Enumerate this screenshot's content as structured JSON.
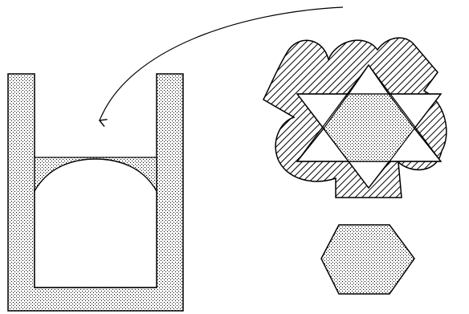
{
  "figure": {
    "shapes": [
      {
        "name": "u-shaped-container",
        "fill_pattern": "dotted",
        "color": "#000000"
      },
      {
        "name": "dome-insert",
        "fill": "#ffffff"
      },
      {
        "name": "dotted-fill-band",
        "fill_pattern": "dotted"
      },
      {
        "name": "hatched-puzzle-piece",
        "fill_pattern": "diagonal-hatch"
      },
      {
        "name": "star-of-david",
        "fill": "#ffffff"
      },
      {
        "name": "inner-hexagon",
        "fill_pattern": "dotted"
      },
      {
        "name": "lower-hexagon",
        "fill_pattern": "dotted"
      }
    ],
    "arrow": {
      "name": "curved-arrow",
      "direction": "into-container"
    }
  }
}
